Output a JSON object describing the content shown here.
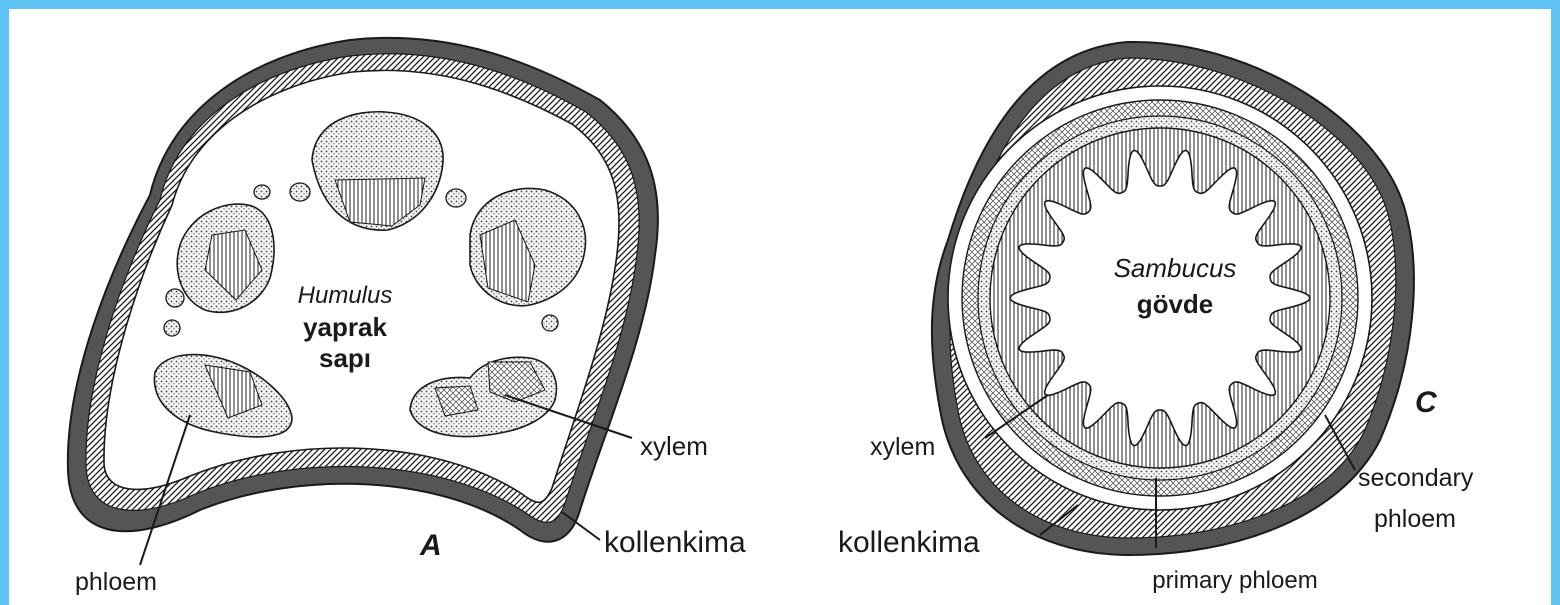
{
  "colors": {
    "frame": "#5fc4f2",
    "ink": "#1a1a1a",
    "stipple": "#cfcfcf"
  },
  "figure_a": {
    "letter": "A",
    "organism": "Humulus",
    "organ_line1": "yaprak",
    "organ_line2": "sapı",
    "labels": {
      "xylem": "xylem",
      "phloem": "phloem",
      "kollenkima": "kollenkima"
    }
  },
  "figure_c": {
    "letter": "C",
    "organism": "Sambucus",
    "organ": "gövde",
    "labels": {
      "xylem": "xylem",
      "kollenkima": "kollenkima",
      "primary_phloem": "primary phloem",
      "secondary_line1": "secondary",
      "secondary_line2": "phloem"
    }
  }
}
